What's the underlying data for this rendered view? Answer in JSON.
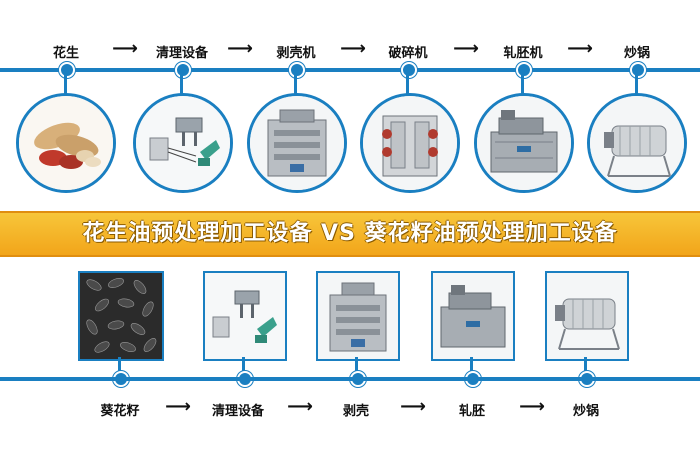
{
  "banner": {
    "title": "花生油预处理加工设备 VS 葵花籽油预处理加工设备"
  },
  "arrow_glyph": "⟶",
  "top_flow": {
    "steps": [
      {
        "label": "花生",
        "icon": "peanut-image"
      },
      {
        "label": "清理设备",
        "icon": "cleaning-equipment-image"
      },
      {
        "label": "剥壳机",
        "icon": "sheller-image"
      },
      {
        "label": "破碎机",
        "icon": "crusher-image"
      },
      {
        "label": "轧胚机",
        "icon": "flaking-machine-image"
      },
      {
        "label": "炒锅",
        "icon": "roaster-image"
      }
    ]
  },
  "bottom_flow": {
    "steps": [
      {
        "label": "葵花籽",
        "icon": "sunflower-seeds-image"
      },
      {
        "label": "清理设备",
        "icon": "cleaning-equipment-image"
      },
      {
        "label": "剥壳",
        "icon": "sheller-image"
      },
      {
        "label": "轧胚",
        "icon": "flaking-machine-image"
      },
      {
        "label": "炒锅",
        "icon": "roaster-image"
      }
    ]
  },
  "colors": {
    "line": "#1a7fc1",
    "banner": "#f2a51a",
    "banner_text": "#ffffff"
  }
}
